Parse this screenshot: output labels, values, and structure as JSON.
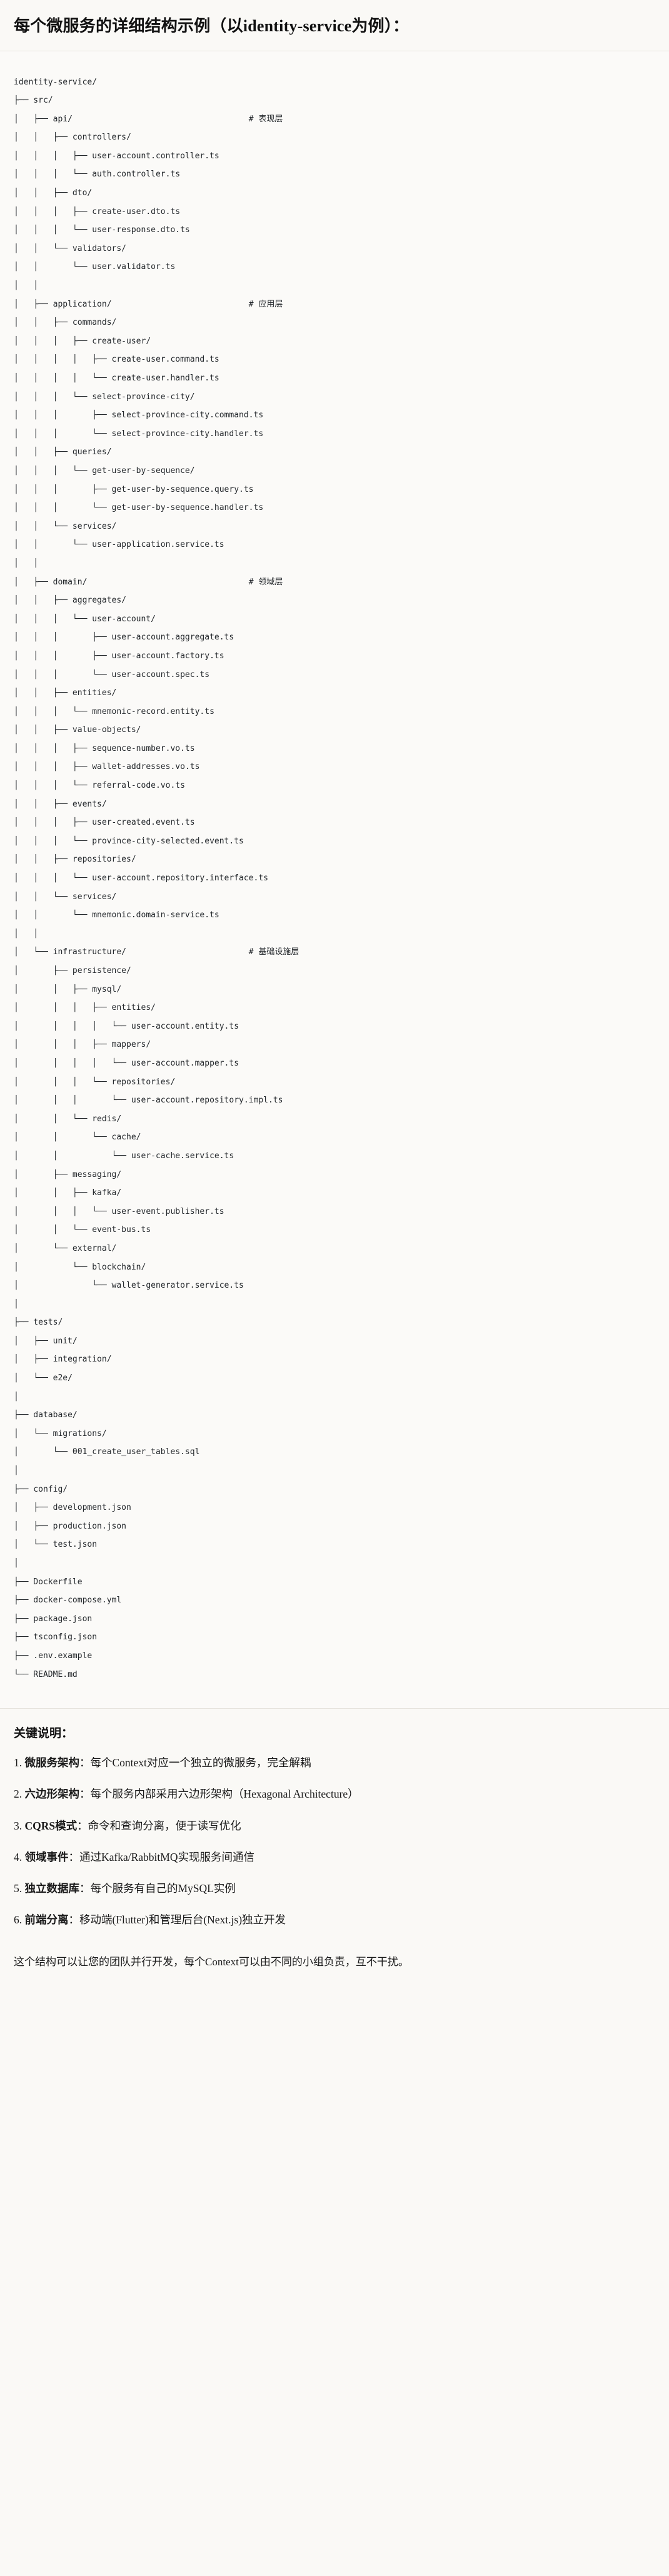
{
  "header": {
    "title": "每个微服务的详细结构示例（以identity-service为例）："
  },
  "tree": {
    "root_label": "identity-service/",
    "comment_column": 48,
    "lines": [
      {
        "prefix": "",
        "label": "identity-service/",
        "comment": ""
      },
      {
        "prefix": "├── ",
        "label": "src/",
        "comment": ""
      },
      {
        "prefix": "│   ├── ",
        "label": "api/",
        "comment": "# 表现层"
      },
      {
        "prefix": "│   │   ├── ",
        "label": "controllers/",
        "comment": ""
      },
      {
        "prefix": "│   │   │   ├── ",
        "label": "user-account.controller.ts",
        "comment": ""
      },
      {
        "prefix": "│   │   │   └── ",
        "label": "auth.controller.ts",
        "comment": ""
      },
      {
        "prefix": "│   │   ├── ",
        "label": "dto/",
        "comment": ""
      },
      {
        "prefix": "│   │   │   ├── ",
        "label": "create-user.dto.ts",
        "comment": ""
      },
      {
        "prefix": "│   │   │   └── ",
        "label": "user-response.dto.ts",
        "comment": ""
      },
      {
        "prefix": "│   │   └── ",
        "label": "validators/",
        "comment": ""
      },
      {
        "prefix": "│   │       └── ",
        "label": "user.validator.ts",
        "comment": ""
      },
      {
        "prefix": "│   │",
        "label": "",
        "comment": ""
      },
      {
        "prefix": "│   ├── ",
        "label": "application/",
        "comment": "# 应用层"
      },
      {
        "prefix": "│   │   ├── ",
        "label": "commands/",
        "comment": ""
      },
      {
        "prefix": "│   │   │   ├── ",
        "label": "create-user/",
        "comment": ""
      },
      {
        "prefix": "│   │   │   │   ├── ",
        "label": "create-user.command.ts",
        "comment": ""
      },
      {
        "prefix": "│   │   │   │   └── ",
        "label": "create-user.handler.ts",
        "comment": ""
      },
      {
        "prefix": "│   │   │   └── ",
        "label": "select-province-city/",
        "comment": ""
      },
      {
        "prefix": "│   │   │       ├── ",
        "label": "select-province-city.command.ts",
        "comment": ""
      },
      {
        "prefix": "│   │   │       └── ",
        "label": "select-province-city.handler.ts",
        "comment": ""
      },
      {
        "prefix": "│   │   ├── ",
        "label": "queries/",
        "comment": ""
      },
      {
        "prefix": "│   │   │   └── ",
        "label": "get-user-by-sequence/",
        "comment": ""
      },
      {
        "prefix": "│   │   │       ├── ",
        "label": "get-user-by-sequence.query.ts",
        "comment": ""
      },
      {
        "prefix": "│   │   │       └── ",
        "label": "get-user-by-sequence.handler.ts",
        "comment": ""
      },
      {
        "prefix": "│   │   └── ",
        "label": "services/",
        "comment": ""
      },
      {
        "prefix": "│   │       └── ",
        "label": "user-application.service.ts",
        "comment": ""
      },
      {
        "prefix": "│   │",
        "label": "",
        "comment": ""
      },
      {
        "prefix": "│   ├── ",
        "label": "domain/",
        "comment": "# 领域层"
      },
      {
        "prefix": "│   │   ├── ",
        "label": "aggregates/",
        "comment": ""
      },
      {
        "prefix": "│   │   │   └── ",
        "label": "user-account/",
        "comment": ""
      },
      {
        "prefix": "│   │   │       ├── ",
        "label": "user-account.aggregate.ts",
        "comment": ""
      },
      {
        "prefix": "│   │   │       ├── ",
        "label": "user-account.factory.ts",
        "comment": ""
      },
      {
        "prefix": "│   │   │       └── ",
        "label": "user-account.spec.ts",
        "comment": ""
      },
      {
        "prefix": "│   │   ├── ",
        "label": "entities/",
        "comment": ""
      },
      {
        "prefix": "│   │   │   └── ",
        "label": "mnemonic-record.entity.ts",
        "comment": ""
      },
      {
        "prefix": "│   │   ├── ",
        "label": "value-objects/",
        "comment": ""
      },
      {
        "prefix": "│   │   │   ├── ",
        "label": "sequence-number.vo.ts",
        "comment": ""
      },
      {
        "prefix": "│   │   │   ├── ",
        "label": "wallet-addresses.vo.ts",
        "comment": ""
      },
      {
        "prefix": "│   │   │   └── ",
        "label": "referral-code.vo.ts",
        "comment": ""
      },
      {
        "prefix": "│   │   ├── ",
        "label": "events/",
        "comment": ""
      },
      {
        "prefix": "│   │   │   ├── ",
        "label": "user-created.event.ts",
        "comment": ""
      },
      {
        "prefix": "│   │   │   └── ",
        "label": "province-city-selected.event.ts",
        "comment": ""
      },
      {
        "prefix": "│   │   ├── ",
        "label": "repositories/",
        "comment": ""
      },
      {
        "prefix": "│   │   │   └── ",
        "label": "user-account.repository.interface.ts",
        "comment": ""
      },
      {
        "prefix": "│   │   └── ",
        "label": "services/",
        "comment": ""
      },
      {
        "prefix": "│   │       └── ",
        "label": "mnemonic.domain-service.ts",
        "comment": ""
      },
      {
        "prefix": "│   │",
        "label": "",
        "comment": ""
      },
      {
        "prefix": "│   └── ",
        "label": "infrastructure/",
        "comment": "# 基础设施层"
      },
      {
        "prefix": "│       ├── ",
        "label": "persistence/",
        "comment": ""
      },
      {
        "prefix": "│       │   ├── ",
        "label": "mysql/",
        "comment": ""
      },
      {
        "prefix": "│       │   │   ├── ",
        "label": "entities/",
        "comment": ""
      },
      {
        "prefix": "│       │   │   │   └── ",
        "label": "user-account.entity.ts",
        "comment": ""
      },
      {
        "prefix": "│       │   │   ├── ",
        "label": "mappers/",
        "comment": ""
      },
      {
        "prefix": "│       │   │   │   └── ",
        "label": "user-account.mapper.ts",
        "comment": ""
      },
      {
        "prefix": "│       │   │   └── ",
        "label": "repositories/",
        "comment": ""
      },
      {
        "prefix": "│       │   │       └── ",
        "label": "user-account.repository.impl.ts",
        "comment": ""
      },
      {
        "prefix": "│       │   └── ",
        "label": "redis/",
        "comment": ""
      },
      {
        "prefix": "│       │       └── ",
        "label": "cache/",
        "comment": ""
      },
      {
        "prefix": "│       │           └── ",
        "label": "user-cache.service.ts",
        "comment": ""
      },
      {
        "prefix": "│       ├── ",
        "label": "messaging/",
        "comment": ""
      },
      {
        "prefix": "│       │   ├── ",
        "label": "kafka/",
        "comment": ""
      },
      {
        "prefix": "│       │   │   └── ",
        "label": "user-event.publisher.ts",
        "comment": ""
      },
      {
        "prefix": "│       │   └── ",
        "label": "event-bus.ts",
        "comment": ""
      },
      {
        "prefix": "│       └── ",
        "label": "external/",
        "comment": ""
      },
      {
        "prefix": "│           └── ",
        "label": "blockchain/",
        "comment": ""
      },
      {
        "prefix": "│               └── ",
        "label": "wallet-generator.service.ts",
        "comment": ""
      },
      {
        "prefix": "│",
        "label": "",
        "comment": ""
      },
      {
        "prefix": "├── ",
        "label": "tests/",
        "comment": ""
      },
      {
        "prefix": "│   ├── ",
        "label": "unit/",
        "comment": ""
      },
      {
        "prefix": "│   ├── ",
        "label": "integration/",
        "comment": ""
      },
      {
        "prefix": "│   └── ",
        "label": "e2e/",
        "comment": ""
      },
      {
        "prefix": "│",
        "label": "",
        "comment": ""
      },
      {
        "prefix": "├── ",
        "label": "database/",
        "comment": ""
      },
      {
        "prefix": "│   └── ",
        "label": "migrations/",
        "comment": ""
      },
      {
        "prefix": "│       └── ",
        "label": "001_create_user_tables.sql",
        "comment": ""
      },
      {
        "prefix": "│",
        "label": "",
        "comment": ""
      },
      {
        "prefix": "├── ",
        "label": "config/",
        "comment": ""
      },
      {
        "prefix": "│   ├── ",
        "label": "development.json",
        "comment": ""
      },
      {
        "prefix": "│   ├── ",
        "label": "production.json",
        "comment": ""
      },
      {
        "prefix": "│   └── ",
        "label": "test.json",
        "comment": ""
      },
      {
        "prefix": "│",
        "label": "",
        "comment": ""
      },
      {
        "prefix": "├── ",
        "label": "Dockerfile",
        "comment": ""
      },
      {
        "prefix": "├── ",
        "label": "docker-compose.yml",
        "comment": ""
      },
      {
        "prefix": "├── ",
        "label": "package.json",
        "comment": ""
      },
      {
        "prefix": "├── ",
        "label": "tsconfig.json",
        "comment": ""
      },
      {
        "prefix": "├── ",
        "label": ".env.example",
        "comment": ""
      },
      {
        "prefix": "└── ",
        "label": "README.md",
        "comment": ""
      }
    ]
  },
  "notes": {
    "title": "关键说明：",
    "items": [
      {
        "num": "1.",
        "label": "微服务架构",
        "text": "：每个Context对应一个独立的微服务，完全解耦"
      },
      {
        "num": "2.",
        "label": "六边形架构",
        "text": "：每个服务内部采用六边形架构（Hexagonal Architecture）"
      },
      {
        "num": "3.",
        "label": "CQRS模式",
        "text": "：命令和查询分离，便于读写优化"
      },
      {
        "num": "4.",
        "label": "领域事件",
        "text": "：通过Kafka/RabbitMQ实现服务间通信"
      },
      {
        "num": "5.",
        "label": "独立数据库",
        "text": "：每个服务有自己的MySQL实例"
      },
      {
        "num": "6.",
        "label": "前端分离",
        "text": "：移动端(Flutter)和管理后台(Next.js)独立开发"
      }
    ],
    "closing": "这个结构可以让您的团队并行开发，每个Context可以由不同的小组负责，互不干扰。"
  }
}
